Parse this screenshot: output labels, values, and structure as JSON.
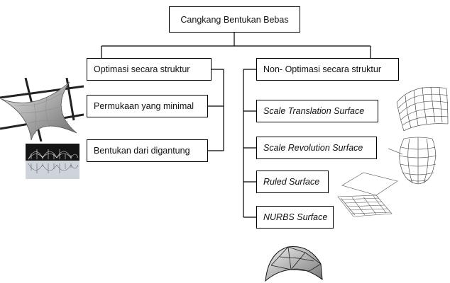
{
  "diagram": {
    "root": "Cangkang Bentukan Bebas",
    "left_branch": {
      "title": "Optimasi secara struktur",
      "children": [
        "Permukaan yang minimal",
        "Bentukan dari digantung"
      ]
    },
    "right_branch": {
      "title": "Non- Optimasi secara struktur",
      "children": [
        "Scale Translation Surface",
        "Scale Revolution Surface",
        "Ruled Surface",
        "NURBS Surface"
      ]
    }
  },
  "illustrations": [
    "minimal-surface-membrane",
    "hanging-form-model",
    "scale-translation-surface-mesh",
    "scale-revolution-surface-vase",
    "ruled-surface-drawing",
    "nurbs-surface-dome"
  ]
}
